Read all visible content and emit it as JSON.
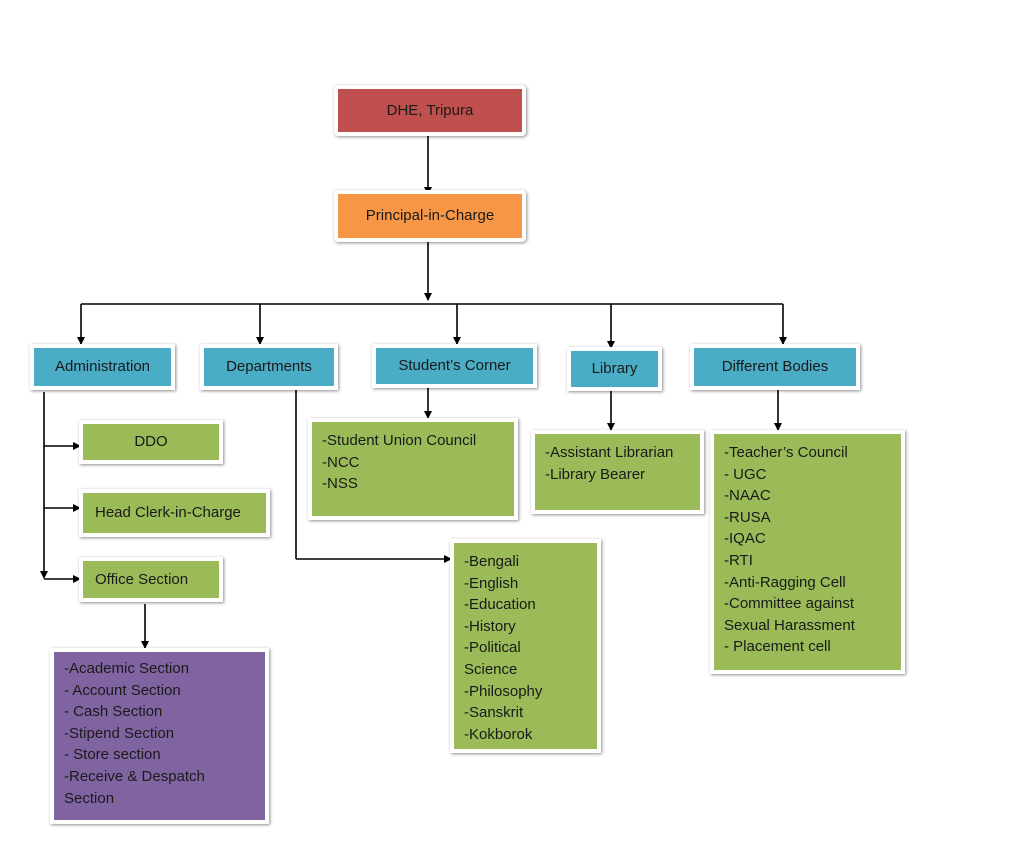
{
  "top": {
    "label": "DHE, Tripura"
  },
  "principal": {
    "label": "Principal-in-Charge"
  },
  "branches": {
    "administration": "Administration",
    "departments": "Departments",
    "students_corner": "Student’s Corner",
    "library": "Library",
    "different_bodies": "Different Bodies"
  },
  "administration": {
    "ddo": "DDO",
    "head_clerk": "Head Clerk-in-Charge",
    "office_section": "Office Section",
    "office_sections": [
      "-Academic Section",
      "- Account Section",
      "- Cash Section",
      "-Stipend Section",
      "- Store section",
      "-Receive & Despatch",
      "Section"
    ]
  },
  "departments": {
    "list": [
      "-Bengali",
      "-English",
      "-Education",
      "-History",
      "-Political",
      "Science",
      "-Philosophy",
      "-Sanskrit",
      "-Kokborok"
    ]
  },
  "students_corner": {
    "list": [
      "-Student Union Council",
      "-NCC",
      "-NSS"
    ]
  },
  "library": {
    "list": [
      "-Assistant Librarian",
      "-Library Bearer"
    ]
  },
  "different_bodies": {
    "list": [
      "-Teacher’s Council",
      "- UGC",
      "-NAAC",
      "-RUSA",
      "-IQAC",
      "-RTI",
      "-Anti-Ragging Cell",
      "-Committee against",
      "Sexual Harassment",
      "- Placement cell"
    ]
  },
  "colors": {
    "top": "#c0504d",
    "principal": "#f79646",
    "branch": "#4bacc6",
    "leaf": "#9bbb59",
    "office_list": "#8064a2"
  }
}
